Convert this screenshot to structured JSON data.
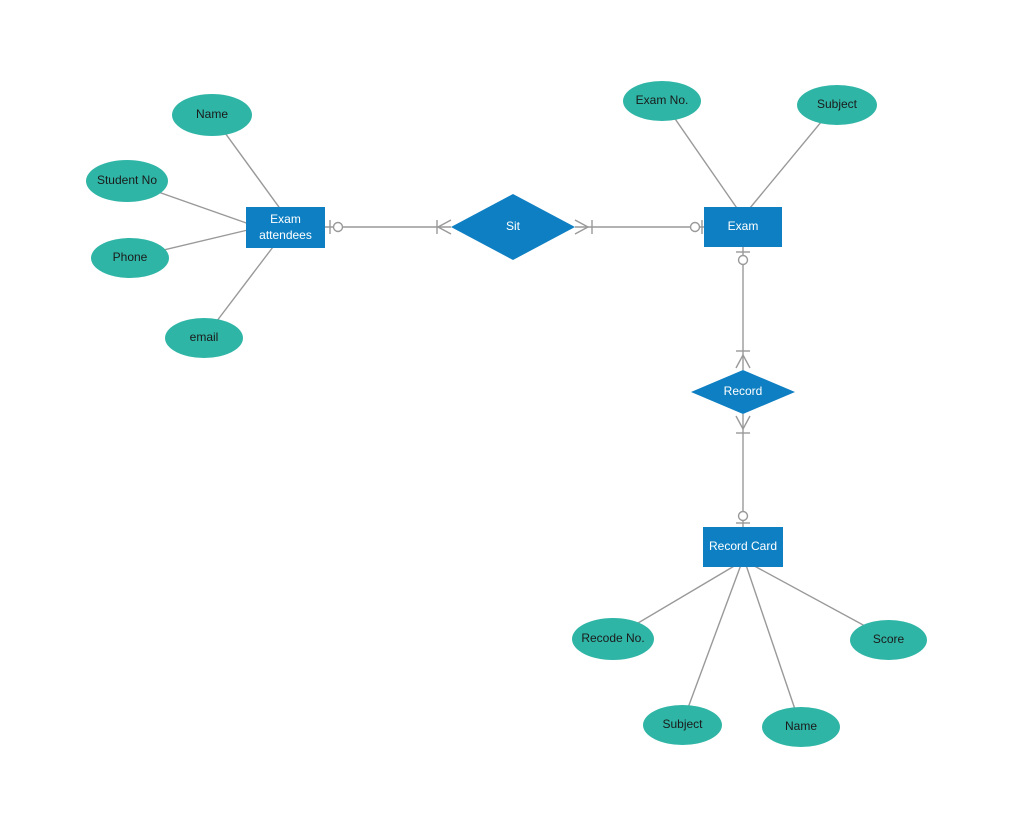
{
  "diagram_type": "entity-relationship-diagram",
  "colors": {
    "entity_fill": "#0e7fc2",
    "relationship_fill": "#0e7fc2",
    "attribute_fill": "#2fb5a6",
    "connector": "#999999",
    "entity_text": "#ffffff",
    "attribute_text": "#1a1a1a",
    "background": "#ffffff"
  },
  "nodes": {
    "exam_attendees": {
      "type": "entity",
      "label": "Exam attendees"
    },
    "exam": {
      "type": "entity",
      "label": "Exam"
    },
    "record_card": {
      "type": "entity",
      "label": "Record Card"
    },
    "sit": {
      "type": "relationship",
      "label": "Sit"
    },
    "record": {
      "type": "relationship",
      "label": "Record"
    },
    "attr_name_1": {
      "type": "attribute",
      "label": "Name",
      "of": "Exam attendees"
    },
    "attr_student_no": {
      "type": "attribute",
      "label": "Student No",
      "of": "Exam attendees"
    },
    "attr_phone": {
      "type": "attribute",
      "label": "Phone",
      "of": "Exam attendees"
    },
    "attr_email": {
      "type": "attribute",
      "label": "email",
      "of": "Exam attendees"
    },
    "attr_exam_no": {
      "type": "attribute",
      "label": "Exam No.",
      "of": "Exam"
    },
    "attr_subject_1": {
      "type": "attribute",
      "label": "Subject",
      "of": "Exam"
    },
    "attr_recode_no": {
      "type": "attribute",
      "label": "Recode No.",
      "of": "Record Card"
    },
    "attr_subject_2": {
      "type": "attribute",
      "label": "Subject",
      "of": "Record Card"
    },
    "attr_name_2": {
      "type": "attribute",
      "label": "Name",
      "of": "Record Card"
    },
    "attr_score": {
      "type": "attribute",
      "label": "Score",
      "of": "Record Card"
    }
  },
  "connectors": [
    {
      "from": "Exam attendees",
      "to": "Sit",
      "cardinality_near_entity": "zero-or-one",
      "cardinality_near_relationship": "one-or-many"
    },
    {
      "from": "Sit",
      "to": "Exam",
      "cardinality_near_relationship": "one-or-many",
      "cardinality_near_entity": "zero-or-one"
    },
    {
      "from": "Exam",
      "to": "Record",
      "cardinality_near_entity": "zero-or-one",
      "cardinality_near_relationship": "one-or-many"
    },
    {
      "from": "Record",
      "to": "Record Card",
      "cardinality_near_relationship": "one-or-many",
      "cardinality_near_entity": "zero-or-one"
    }
  ]
}
